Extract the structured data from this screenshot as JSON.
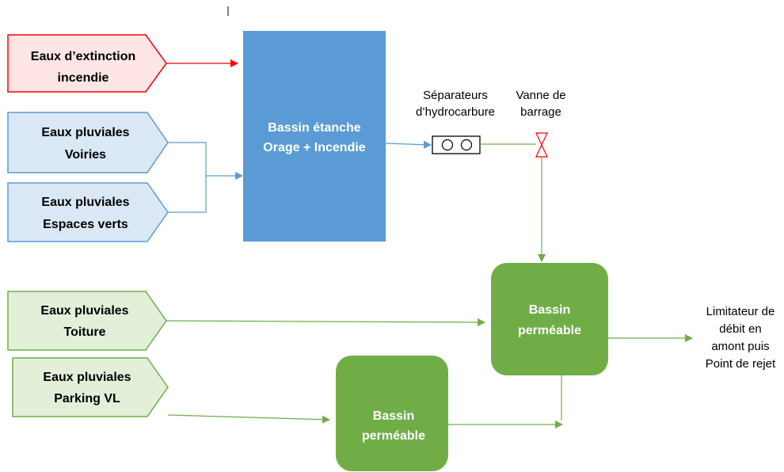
{
  "colors": {
    "red_fill": "#ffe5e5",
    "red_stroke": "#ff0000",
    "blue_fill": "#dae8f6",
    "blue_stroke": "#5b9bd5",
    "blue_box": "#5b9bd5",
    "green_fill": "#e2efd9",
    "green_stroke": "#70ad47",
    "green_box": "#70ad47",
    "black": "#000000",
    "white": "#ffffff"
  },
  "sources": {
    "extinction": {
      "line1": "Eaux d’extinction",
      "line2": "incendie"
    },
    "voiries": {
      "line1": "Eaux pluviales",
      "line2": "Voiries"
    },
    "espaces": {
      "line1": "Eaux pluviales",
      "line2": "Espaces verts"
    },
    "toiture": {
      "line1": "Eaux pluviales",
      "line2": "Toiture"
    },
    "parking": {
      "line1": "Eaux pluviales",
      "line2": "Parking VL"
    }
  },
  "basins": {
    "etanche": {
      "line1": "Bassin étanche",
      "line2": "Orage + Incendie"
    },
    "permeable_main": {
      "line1": "Bassin",
      "line2": "perméable"
    },
    "permeable_parking": {
      "line1": "Bassin",
      "line2": "perméable"
    }
  },
  "equipment": {
    "separateurs": {
      "line1": "Séparateurs",
      "line2": "d’hydrocarbure"
    },
    "vanne": {
      "line1": "Vanne de",
      "line2": "barrage"
    }
  },
  "outlet": {
    "line1": "Limitateur de",
    "line2": "débit en",
    "line3": "amont puis",
    "line4": "Point de rejet"
  },
  "icons": {
    "separator": "oil-separator-icon",
    "valve": "valve-icon",
    "cursor": "text-cursor-icon"
  }
}
